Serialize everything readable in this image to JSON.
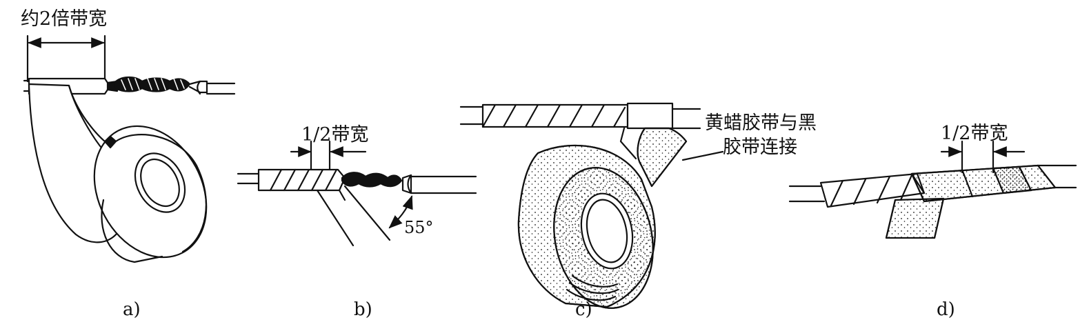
{
  "panels": [
    {
      "caption": "a)",
      "annotation": "约2倍带宽"
    },
    {
      "caption": "b)",
      "annotation": "1/2带宽",
      "angle": "55°"
    },
    {
      "caption": "c)",
      "annotation_line1": "黄蜡胶带与黑",
      "annotation_line2": "胶带连接"
    },
    {
      "caption": "d)",
      "annotation": "1/2带宽"
    }
  ],
  "colors": {
    "ink": "#111111",
    "paper": "#ffffff"
  }
}
